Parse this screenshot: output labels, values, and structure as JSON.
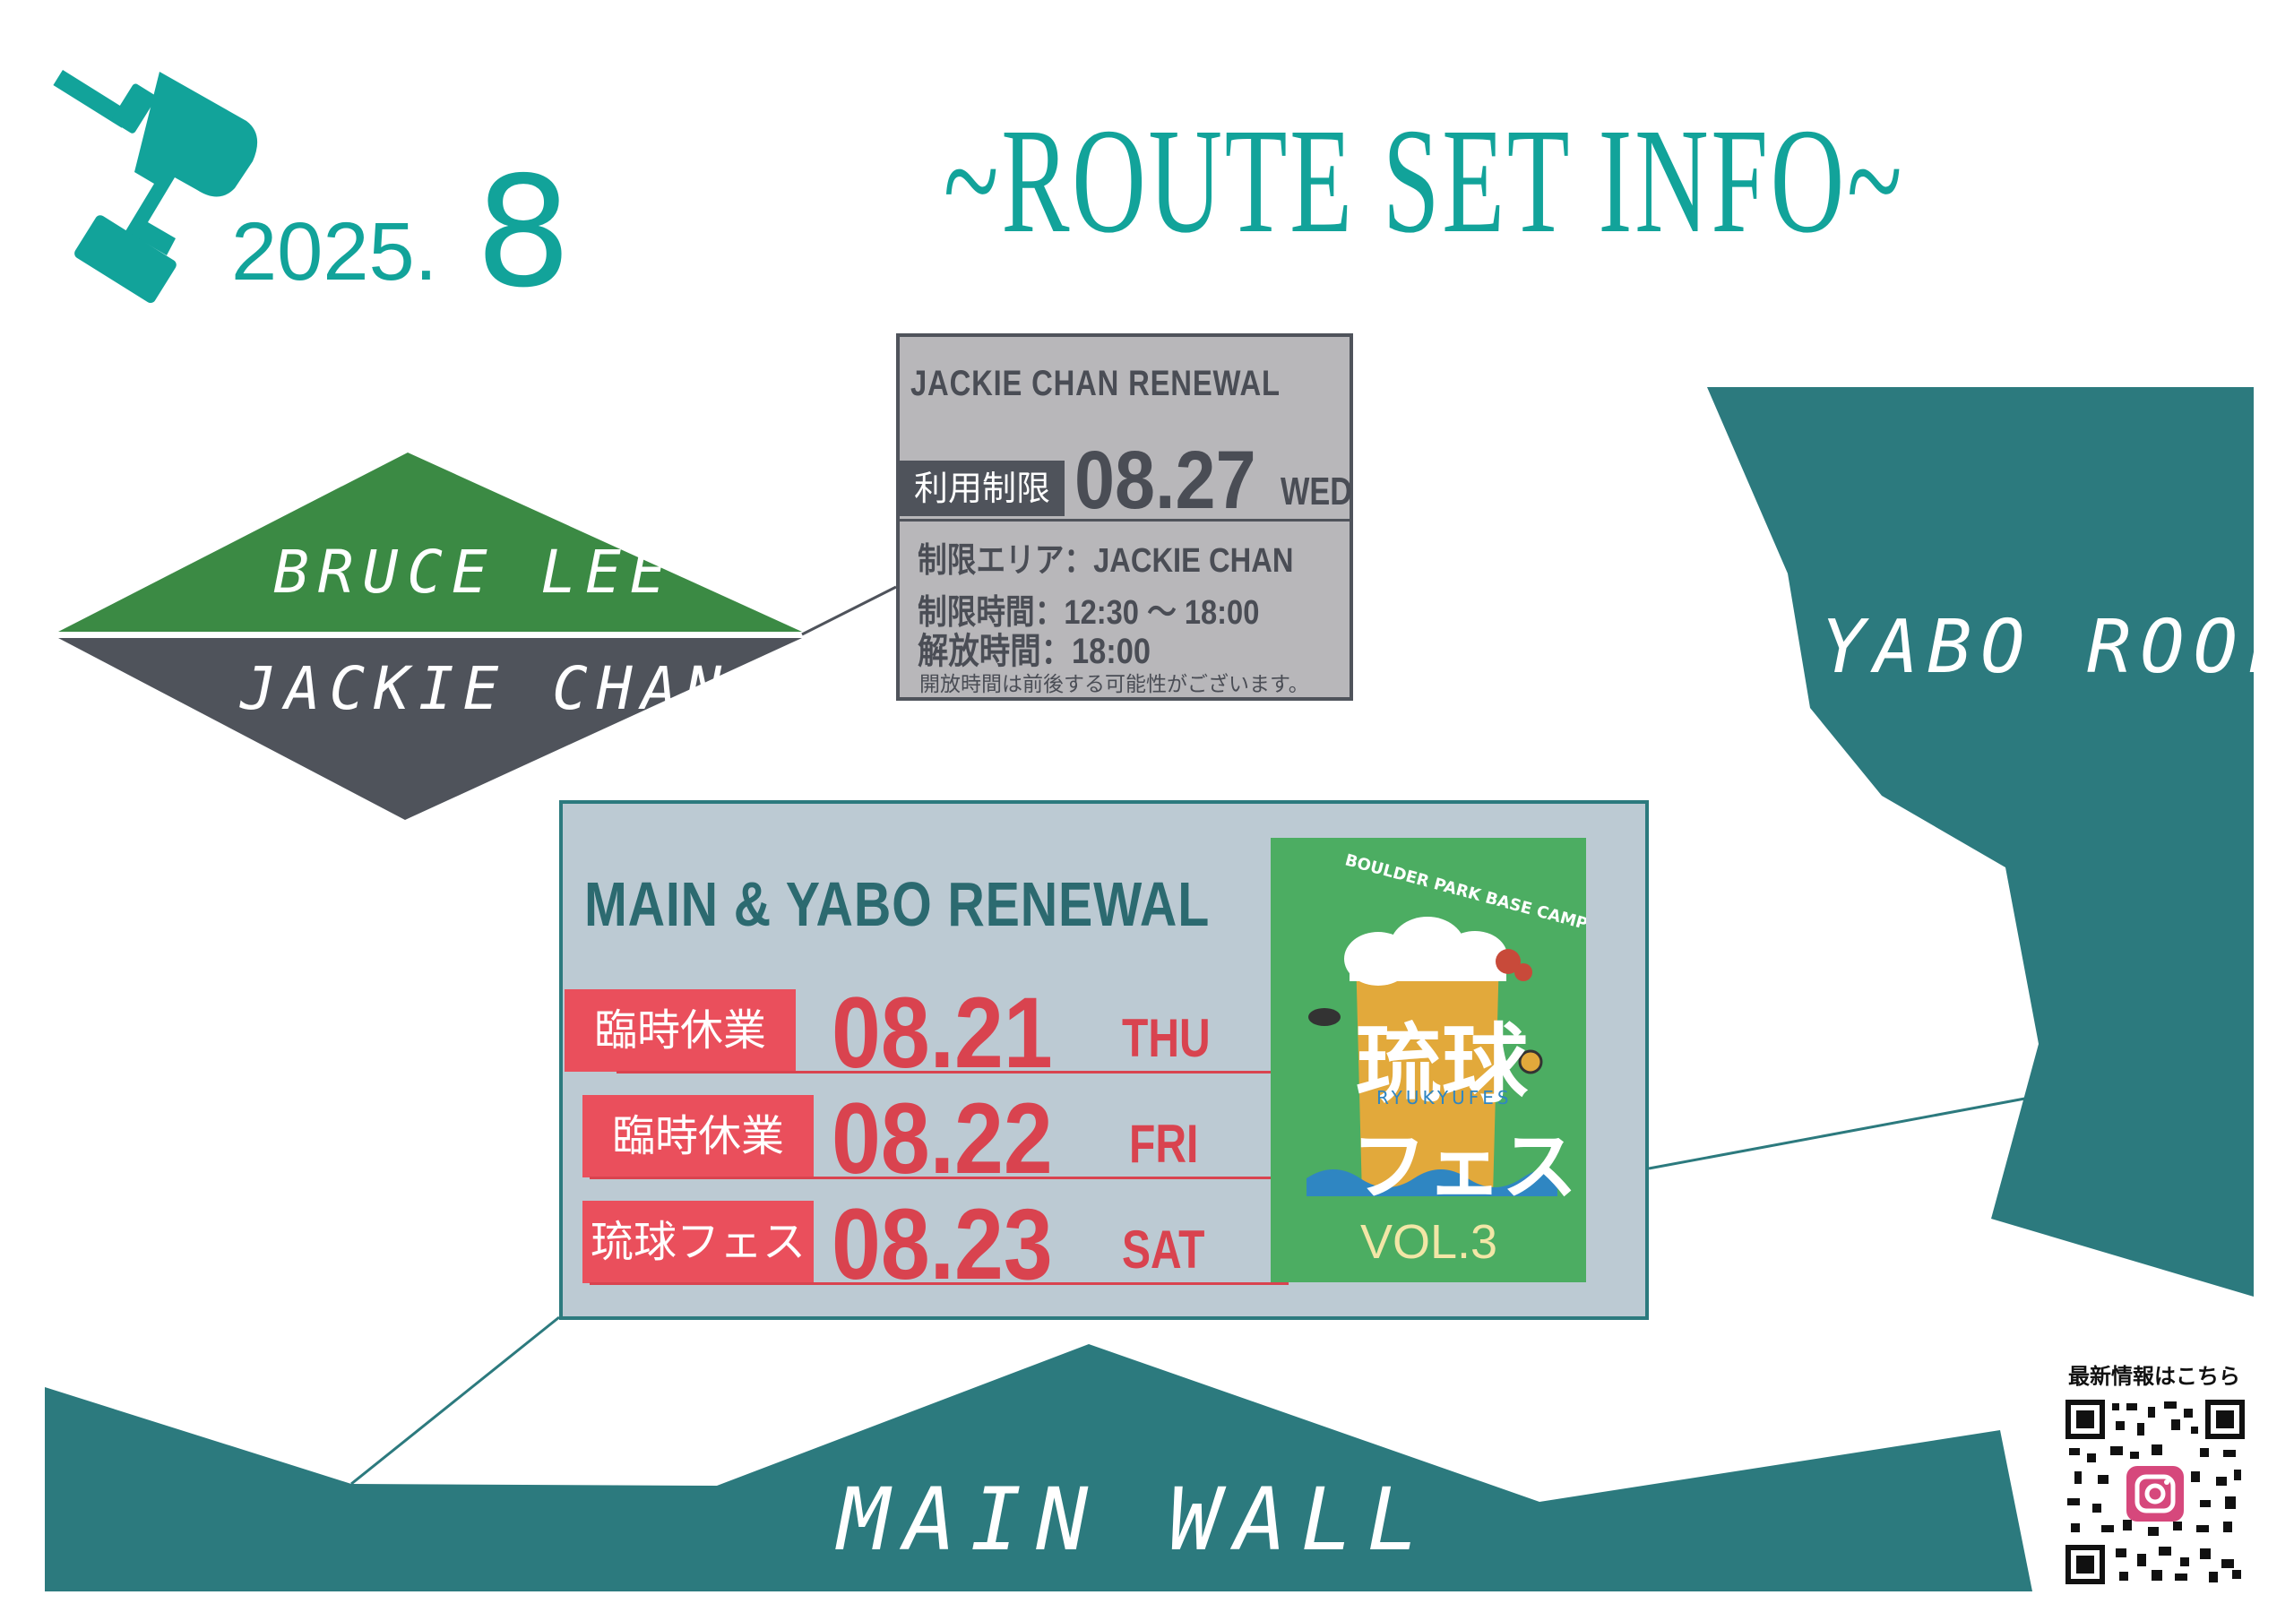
{
  "header": {
    "year": "2025.",
    "month": "8",
    "title": "~ROUTE SET INFO~"
  },
  "walls": {
    "bruce_lee": "BRUCE LEE",
    "jackie_chan": "JACKIE CHAN",
    "yabo_roof": "YABO ROOF",
    "main_wall": "MAIN WALL"
  },
  "jackie_notice": {
    "title": "JACKIE CHAN RENEWAL",
    "tag": "利用制限",
    "date": "08.27",
    "day": "WED",
    "area": "制限エリア：JACKIE CHAN",
    "time": "制限時間：12:30 ～ 18:00",
    "open": "解放時間：18:00",
    "note": "開放時間は前後する可能性がございます。"
  },
  "main_notice": {
    "title": "MAIN & YABO RENEWAL",
    "rows": [
      {
        "tag": "臨時休業",
        "date": "08.21",
        "day": "THU"
      },
      {
        "tag": "臨時休業",
        "date": "08.22",
        "day": "FRI"
      },
      {
        "tag": "琉球フェス",
        "date": "08.23",
        "day": "SAT"
      }
    ]
  },
  "poster": {
    "arc": "BOULDER PARK BASE CAMP",
    "title_top": "琉球",
    "sub": "RYUKYUFES",
    "title_bottom": "フェス",
    "vol": "VOL.3"
  },
  "qr": {
    "caption": "最新情報はこちら"
  },
  "colors": {
    "teal": "#12a39a",
    "wall": "#2c7a7e",
    "green": "#3b8a44",
    "gray": "#4f535b",
    "red": "#ea4f5c"
  }
}
